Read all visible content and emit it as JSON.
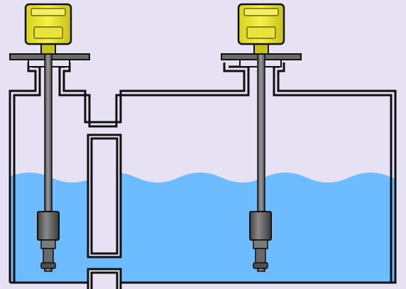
{
  "diagram": {
    "colors": {
      "background": "#e6e2f4",
      "outline": "#101010",
      "liquid": "#6cbcff",
      "sensor_head": "#f2ec3a",
      "sensor_head_dark": "#b0aa10",
      "probe_rod": "#7a7a7a",
      "float_body": "#6d6d6d",
      "flange": "#6a6a6a"
    },
    "components": [
      {
        "id": "tank",
        "icon": "open-tank-with-divider"
      },
      {
        "id": "left-level-sensor",
        "icon": "magnetostrictive-level-transmitter"
      },
      {
        "id": "right-level-sensor",
        "icon": "magnetostrictive-level-transmitter"
      }
    ],
    "liquid_level_fraction": 0.58
  }
}
